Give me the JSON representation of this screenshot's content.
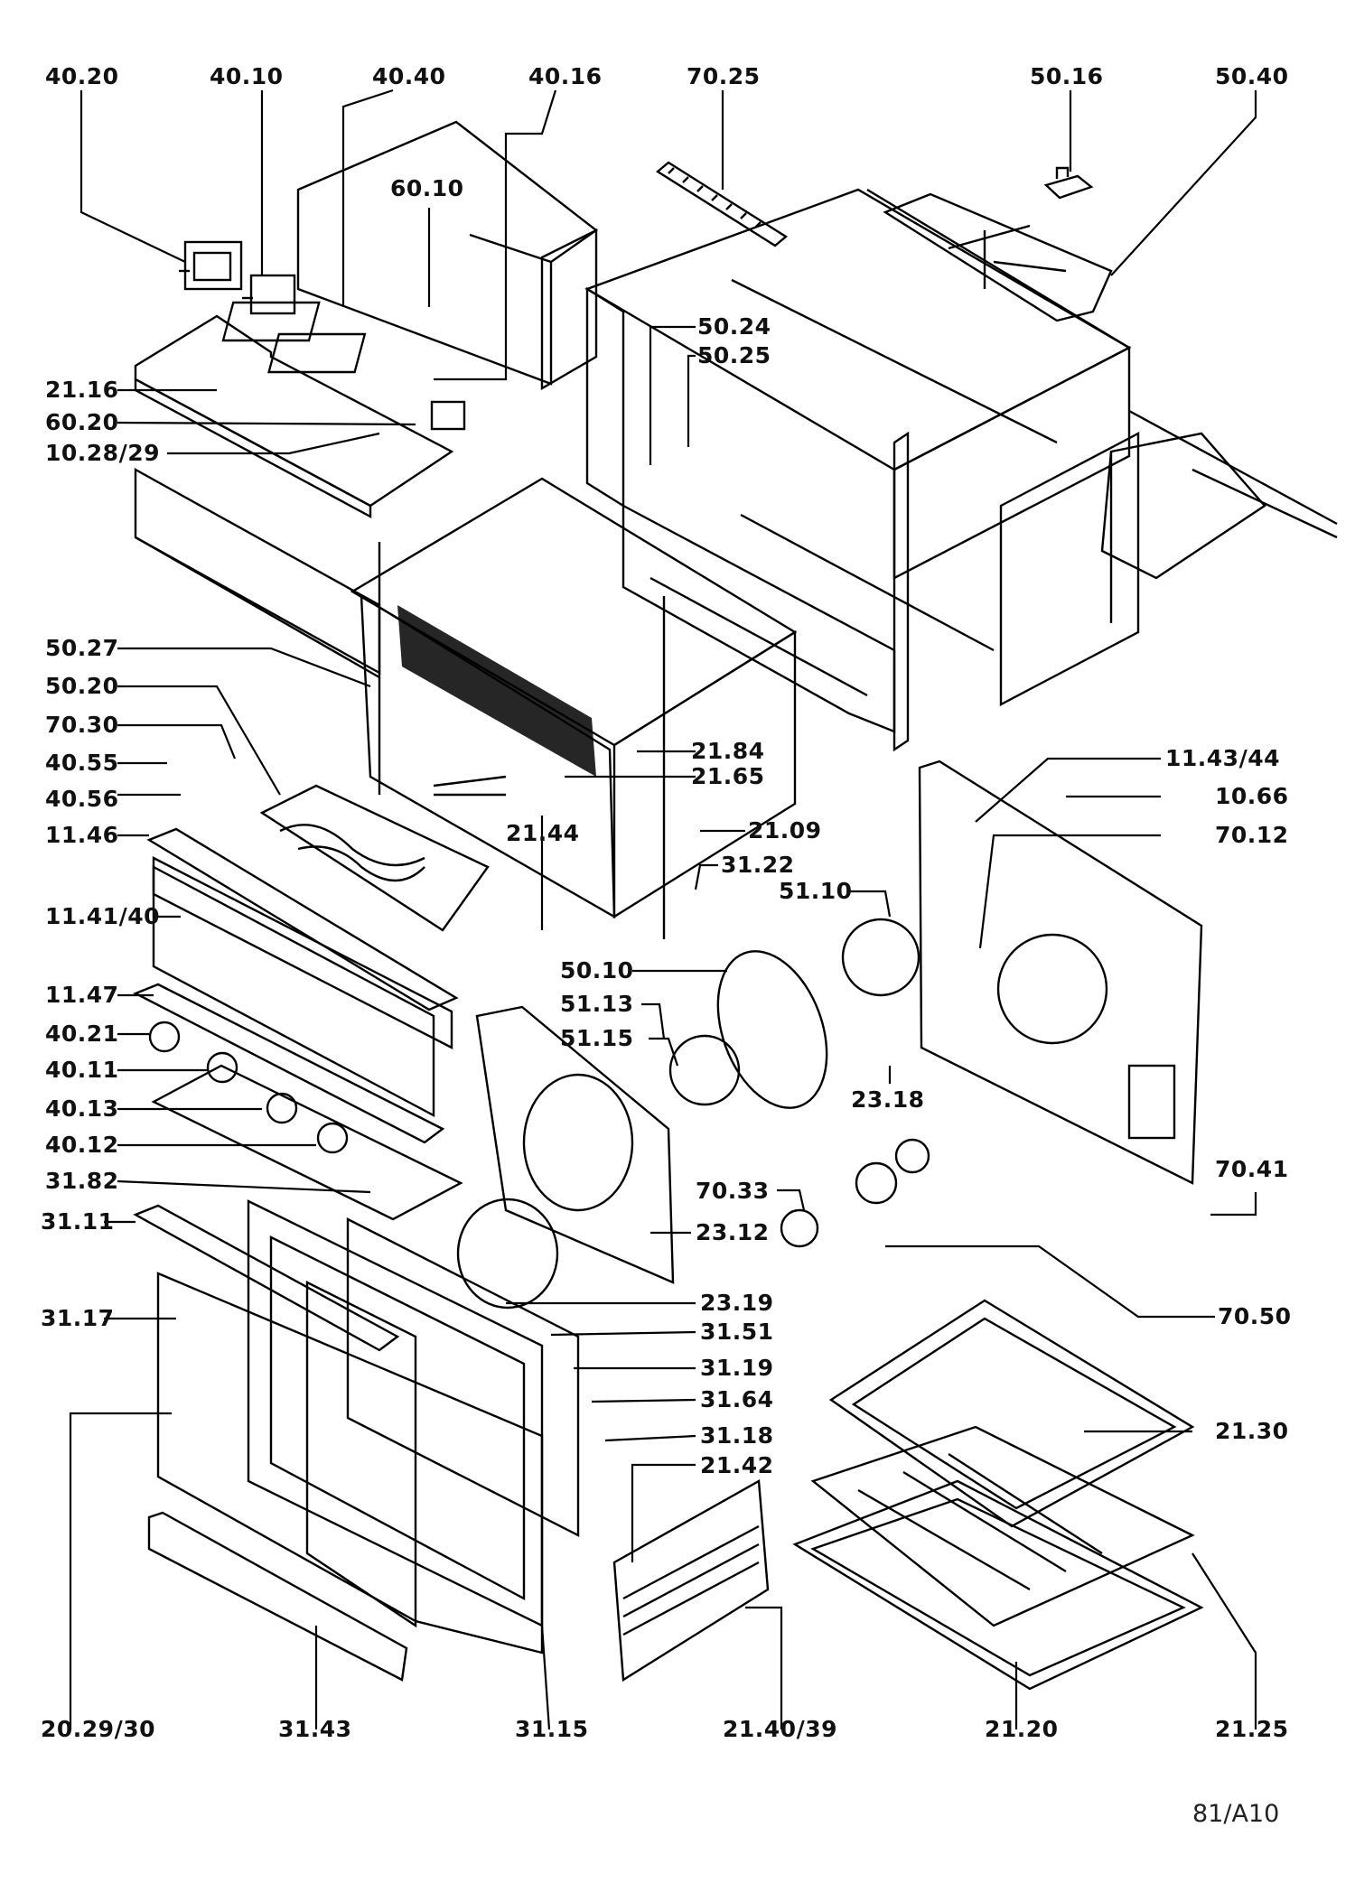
{
  "diagram": {
    "labels": [
      {
        "id": "40.20",
        "text": "40.20"
      },
      {
        "id": "40.10",
        "text": "40.10"
      },
      {
        "id": "40.40",
        "text": "40.40"
      },
      {
        "id": "40.16",
        "text": "40.16"
      },
      {
        "id": "70.25",
        "text": "70.25"
      },
      {
        "id": "50.16",
        "text": "50.16"
      },
      {
        "id": "50.40",
        "text": "50.40"
      },
      {
        "id": "60.10",
        "text": "60.10"
      },
      {
        "id": "50.24",
        "text": "50.24"
      },
      {
        "id": "50.25",
        "text": "50.25"
      },
      {
        "id": "21.16",
        "text": "21.16"
      },
      {
        "id": "60.20",
        "text": "60.20"
      },
      {
        "id": "10.28/29",
        "text": "10.28/29"
      },
      {
        "id": "50.27",
        "text": "50.27"
      },
      {
        "id": "50.20",
        "text": "50.20"
      },
      {
        "id": "70.30",
        "text": "70.30"
      },
      {
        "id": "40.55",
        "text": "40.55"
      },
      {
        "id": "40.56",
        "text": "40.56"
      },
      {
        "id": "11.46",
        "text": "11.46"
      },
      {
        "id": "11.41/40",
        "text": "11.41/40"
      },
      {
        "id": "11.47",
        "text": "11.47"
      },
      {
        "id": "40.21",
        "text": "40.21"
      },
      {
        "id": "40.11",
        "text": "40.11"
      },
      {
        "id": "40.13",
        "text": "40.13"
      },
      {
        "id": "40.12",
        "text": "40.12"
      },
      {
        "id": "31.82",
        "text": "31.82"
      },
      {
        "id": "31.11",
        "text": "31.11"
      },
      {
        "id": "31.17",
        "text": "31.17"
      },
      {
        "id": "21.84",
        "text": "21.84"
      },
      {
        "id": "21.65",
        "text": "21.65"
      },
      {
        "id": "21.44",
        "text": "21.44"
      },
      {
        "id": "21.09",
        "text": "21.09"
      },
      {
        "id": "31.22",
        "text": "31.22"
      },
      {
        "id": "51.10",
        "text": "51.10"
      },
      {
        "id": "50.10",
        "text": "50.10"
      },
      {
        "id": "51.13",
        "text": "51.13"
      },
      {
        "id": "51.15",
        "text": "51.15"
      },
      {
        "id": "23.18",
        "text": "23.18"
      },
      {
        "id": "11.43/44",
        "text": "11.43/44"
      },
      {
        "id": "10.66",
        "text": "10.66"
      },
      {
        "id": "70.12",
        "text": "70.12"
      },
      {
        "id": "70.41",
        "text": "70.41"
      },
      {
        "id": "70.33",
        "text": "70.33"
      },
      {
        "id": "23.12",
        "text": "23.12"
      },
      {
        "id": "23.19",
        "text": "23.19"
      },
      {
        "id": "70.50",
        "text": "70.50"
      },
      {
        "id": "31.51",
        "text": "31.51"
      },
      {
        "id": "31.19",
        "text": "31.19"
      },
      {
        "id": "31.64",
        "text": "31.64"
      },
      {
        "id": "31.18",
        "text": "31.18"
      },
      {
        "id": "21.42",
        "text": "21.42"
      },
      {
        "id": "21.30",
        "text": "21.30"
      },
      {
        "id": "20.29/30",
        "text": "20.29/30"
      },
      {
        "id": "31.43",
        "text": "31.43"
      },
      {
        "id": "31.15",
        "text": "31.15"
      },
      {
        "id": "21.40/39",
        "text": "21.40/39"
      },
      {
        "id": "21.20",
        "text": "21.20"
      },
      {
        "id": "21.25",
        "text": "21.25"
      }
    ],
    "reference_code": "81/A10"
  }
}
